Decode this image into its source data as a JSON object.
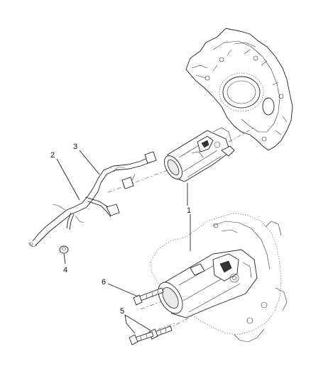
{
  "callouts": [
    {
      "id": "starter-motor",
      "label": "1"
    },
    {
      "id": "battery-cable",
      "label": "2"
    },
    {
      "id": "wiring-harness",
      "label": "3"
    },
    {
      "id": "nut",
      "label": "4"
    },
    {
      "id": "bolts-lower",
      "label": "5"
    },
    {
      "id": "bolt-upper",
      "label": "6"
    }
  ]
}
